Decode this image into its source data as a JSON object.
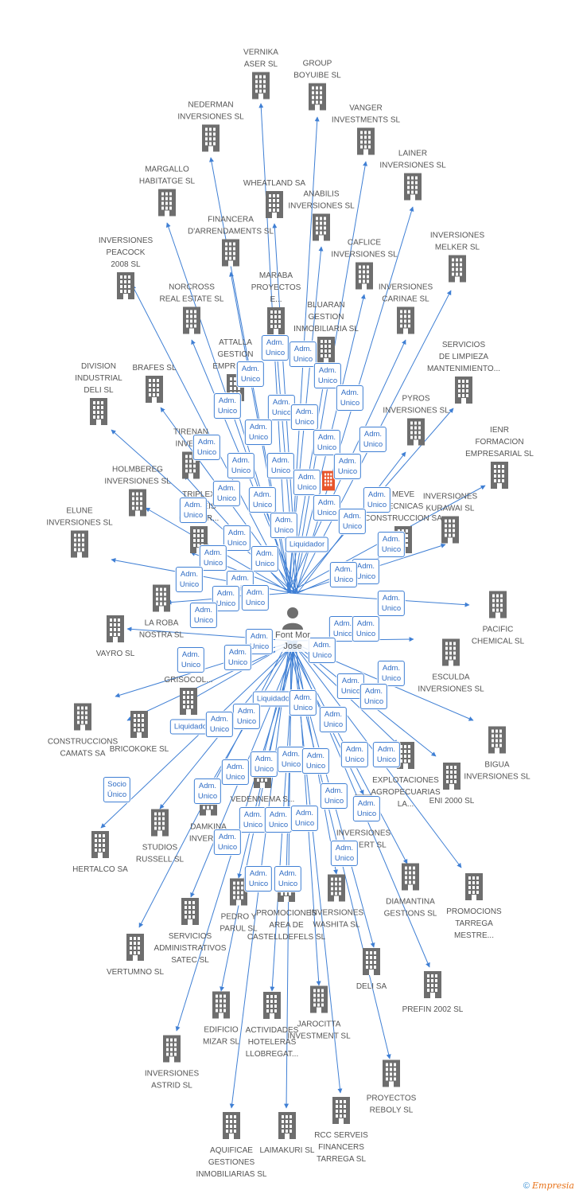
{
  "colors": {
    "edge": "#3f7fd4",
    "building": "#6e6e6e",
    "highlight": "#e8542a",
    "label": "#555555"
  },
  "person": {
    "name": "Font Mor\nJose",
    "icon": "person-icon"
  },
  "companies": [
    {
      "id": "vernika",
      "name": "VERNIKA\nASER SL"
    },
    {
      "id": "group-boyuibe",
      "name": "GROUP\nBOYUIBE SL"
    },
    {
      "id": "nederman",
      "name": "NEDERMAN\nINVERSIONES SL"
    },
    {
      "id": "vanger",
      "name": "VANGER\nINVESTMENTS SL"
    },
    {
      "id": "margallo",
      "name": "MARGALLO\nHABITATGE SL"
    },
    {
      "id": "lainer",
      "name": "LAINER\nINVERSIONES SL"
    },
    {
      "id": "wheatland",
      "name": "WHEATLAND SA"
    },
    {
      "id": "anabilis",
      "name": "ANABILIS\nINVERSIONES SL"
    },
    {
      "id": "financera",
      "name": "FINANCERA\nD'ARRENDAMENTS SL"
    },
    {
      "id": "peacock",
      "name": "INVERSIONES\nPEACOCK\n2008 SL"
    },
    {
      "id": "caflice",
      "name": "CAFLICE\nINVERSIONES SL"
    },
    {
      "id": "melker",
      "name": "INVERSIONES\nMELKER SL"
    },
    {
      "id": "maraba",
      "name": "MARABA\nPROYECTOS\nE..."
    },
    {
      "id": "norcross",
      "name": "NORCROSS\nREAL ESTATE SL"
    },
    {
      "id": "carinae",
      "name": "INVERSIONES\nCARINAE SL"
    },
    {
      "id": "bluaran",
      "name": "BLUARAN\nGESTION\nINMOBILIARIA SL"
    },
    {
      "id": "attalla",
      "name": "ATTALLA\nGESTION\nEMPRESA..."
    },
    {
      "id": "limpieza",
      "name": "SERVICIOS\nDE LIMPIEZA\nMANTENIMIENTO..."
    },
    {
      "id": "division",
      "name": "DIVISION\nINDUSTRIAL\nDELI SL"
    },
    {
      "id": "brafes",
      "name": "BRAFES SL"
    },
    {
      "id": "pyros",
      "name": "PYROS\nINVERSIONES SL"
    },
    {
      "id": "ienr",
      "name": "IENR\nFORMACION\nEMPRESARIAL SL"
    },
    {
      "id": "tirenan",
      "name": "TIRENAN\nINVER..."
    },
    {
      "id": "holmbereg",
      "name": "HOLMBEREG\nINVERSIONES SL"
    },
    {
      "id": "elune",
      "name": "ELUNE\nINVERSIONES SL"
    },
    {
      "id": "kurawai",
      "name": "INVERSIONES\nKURAWAI SL"
    },
    {
      "id": "triplex",
      "name": "TRIPLEX\nSERVEIS\nCONSTR..."
    },
    {
      "id": "meve",
      "name": "MEVE\nTECNICAS\nCONSTRUCCION SA"
    },
    {
      "id": "laroba",
      "name": "LA ROBA\nNOSTRA SL"
    },
    {
      "id": "pacific",
      "name": "PACIFIC\nCHEMICAL SL"
    },
    {
      "id": "vayro",
      "name": "VAYRO SL"
    },
    {
      "id": "esculda",
      "name": "ESCULDA\nINVERSIONES SL"
    },
    {
      "id": "grisocol",
      "name": "GRISOCOL..."
    },
    {
      "id": "camats",
      "name": "CONSTRUCCIONS\nCAMATS SA"
    },
    {
      "id": "bricokoke",
      "name": "BRICOKOKE SL"
    },
    {
      "id": "bigua",
      "name": "BIGUA\nINVERSIONES SL"
    },
    {
      "id": "explotaciones",
      "name": "EXPLOTACIONES\nAGROPECUARIAS\nLA..."
    },
    {
      "id": "eni2000",
      "name": "ENI 2000 SL"
    },
    {
      "id": "vedennema",
      "name": "VEDENNEMA S..."
    },
    {
      "id": "damkina",
      "name": "DAMKINA\nINVERSI..."
    },
    {
      "id": "studios",
      "name": "STUDIOS\nRUSSELL SL"
    },
    {
      "id": "hertalco",
      "name": "HERTALCO SA"
    },
    {
      "id": "diefert",
      "name": "INVERSIONES\nDIEFERT SL"
    },
    {
      "id": "diamantina",
      "name": "DIAMANTINA\nGESTIONS SL"
    },
    {
      "id": "tarrega",
      "name": "PROMOCIONS\nTARREGA\nMESTRE..."
    },
    {
      "id": "promociones",
      "name": "PROMOCIONES\nAREA DE\nCASTELLDEFELS SL"
    },
    {
      "id": "washita",
      "name": "INVERSIONES\nWASHITA SL"
    },
    {
      "id": "pedro",
      "name": "PEDRO Y\nPARUL SL"
    },
    {
      "id": "satec",
      "name": "SERVICIOS\nADMINISTRATIVOS\nSATEC SL"
    },
    {
      "id": "vertumno",
      "name": "VERTUMNO SL"
    },
    {
      "id": "deli",
      "name": "DELI SA"
    },
    {
      "id": "prefin",
      "name": "PREFIN 2002 SL"
    },
    {
      "id": "mizar",
      "name": "EDIFICIO\nMIZAR SL"
    },
    {
      "id": "actividades",
      "name": "ACTIVIDADES\nHOTELERAS\nLLOBREGAT..."
    },
    {
      "id": "jarocitta",
      "name": "JAROCITTA\nINVESTMENT SL"
    },
    {
      "id": "astrid",
      "name": "INVERSIONES\nASTRID SL"
    },
    {
      "id": "reboly",
      "name": "PROYECTOS\nREBOLY SL"
    },
    {
      "id": "aquificae",
      "name": "AQUIFICAE\nGESTIONES\nINMOBILIARIAS SL"
    },
    {
      "id": "laimakuri",
      "name": "LAIMAKURI SL"
    },
    {
      "id": "rcc",
      "name": "RCC SERVEIS\nFINANCERS\nTARREGA SL"
    }
  ],
  "roles": [
    {
      "label": "Adm.\nUnico"
    },
    {
      "label": "Adm.\nUnico"
    },
    {
      "label": "Adm.\nUnico"
    },
    {
      "label": "Adm.\nUnico"
    },
    {
      "label": "Adm.\nUnico"
    },
    {
      "label": "Adm.\nUnico"
    },
    {
      "label": "Adm.\nUnico"
    },
    {
      "label": "Adm.\nUnico"
    },
    {
      "label": "Adm.\nUnico"
    },
    {
      "label": "Adm.\nUnico"
    },
    {
      "label": "Adm.\nUnico"
    },
    {
      "label": "Adm.\nUnico"
    },
    {
      "label": "Adm.\nUnico"
    },
    {
      "label": "Adm.\nUnico"
    },
    {
      "label": "Adm.\nUnico"
    },
    {
      "label": "Adm.\nUnico"
    },
    {
      "label": "Adm.\nUnico"
    },
    {
      "label": "Adm.\nUnico"
    },
    {
      "label": "Adm.\nUnico"
    },
    {
      "label": "Adm.\nUnico"
    },
    {
      "label": "Adm.\nUnico"
    },
    {
      "label": "Adm.\nUnico"
    },
    {
      "label": "Adm.\nUnico"
    },
    {
      "label": "Adm.\nUnico"
    },
    {
      "label": "Adm.\nUnico"
    },
    {
      "label": "Liquidador"
    },
    {
      "label": "Adm.\nUnico"
    },
    {
      "label": "Adm.\nUnico"
    },
    {
      "label": "Adm.\nUnico"
    },
    {
      "label": "Adm.\nUnico"
    },
    {
      "label": "Adm.\nUnico"
    },
    {
      "label": "Adm.\nUnico"
    },
    {
      "label": "Adm.\nUnico"
    },
    {
      "label": "Adm.\nUnico"
    },
    {
      "label": "Adm.\nUnico"
    },
    {
      "label": "Adm.\nUnico"
    },
    {
      "label": "Adm.\nUnico"
    },
    {
      "label": "Adm.\nUnico"
    },
    {
      "label": "Adm.\nUnico"
    },
    {
      "label": "Adm.\nUnico"
    },
    {
      "label": "Adm.\nUnico"
    },
    {
      "label": "Adm.\nUnico"
    },
    {
      "label": "Adm.\nUnico"
    },
    {
      "label": "Adm.\nUnico"
    },
    {
      "label": "Liquidador"
    },
    {
      "label": "Adm.\nUnico"
    },
    {
      "label": "Adm.\nUnico"
    },
    {
      "label": "Liquidador"
    },
    {
      "label": "Adm.\nUnico"
    },
    {
      "label": "Adm.\nUnico"
    },
    {
      "label": "Adm.\nUnico"
    },
    {
      "label": "Adm.\nUnico"
    },
    {
      "label": "Adm.\nUnico"
    },
    {
      "label": "Socio\nÚnico"
    },
    {
      "label": "Adm.\nUnico"
    },
    {
      "label": "Adm.\nUnico"
    },
    {
      "label": "Adm.\nUnico"
    },
    {
      "label": "Adm.\nUnico"
    },
    {
      "label": "Adm.\nUnico"
    },
    {
      "label": "Adm.\nUnico"
    },
    {
      "label": "Adm.\nUnico"
    },
    {
      "label": "Adm.\nUnico"
    },
    {
      "label": "Adm.\nUnico"
    },
    {
      "label": "Adm.\nUnico"
    },
    {
      "label": "Adm.\nUnico"
    },
    {
      "label": "Adm.\nUnico"
    },
    {
      "label": "Adm.\nUnico"
    },
    {
      "label": "Adm.\nUnico"
    }
  ],
  "footer": {
    "copyright": "©",
    "brand": "Empresia"
  }
}
